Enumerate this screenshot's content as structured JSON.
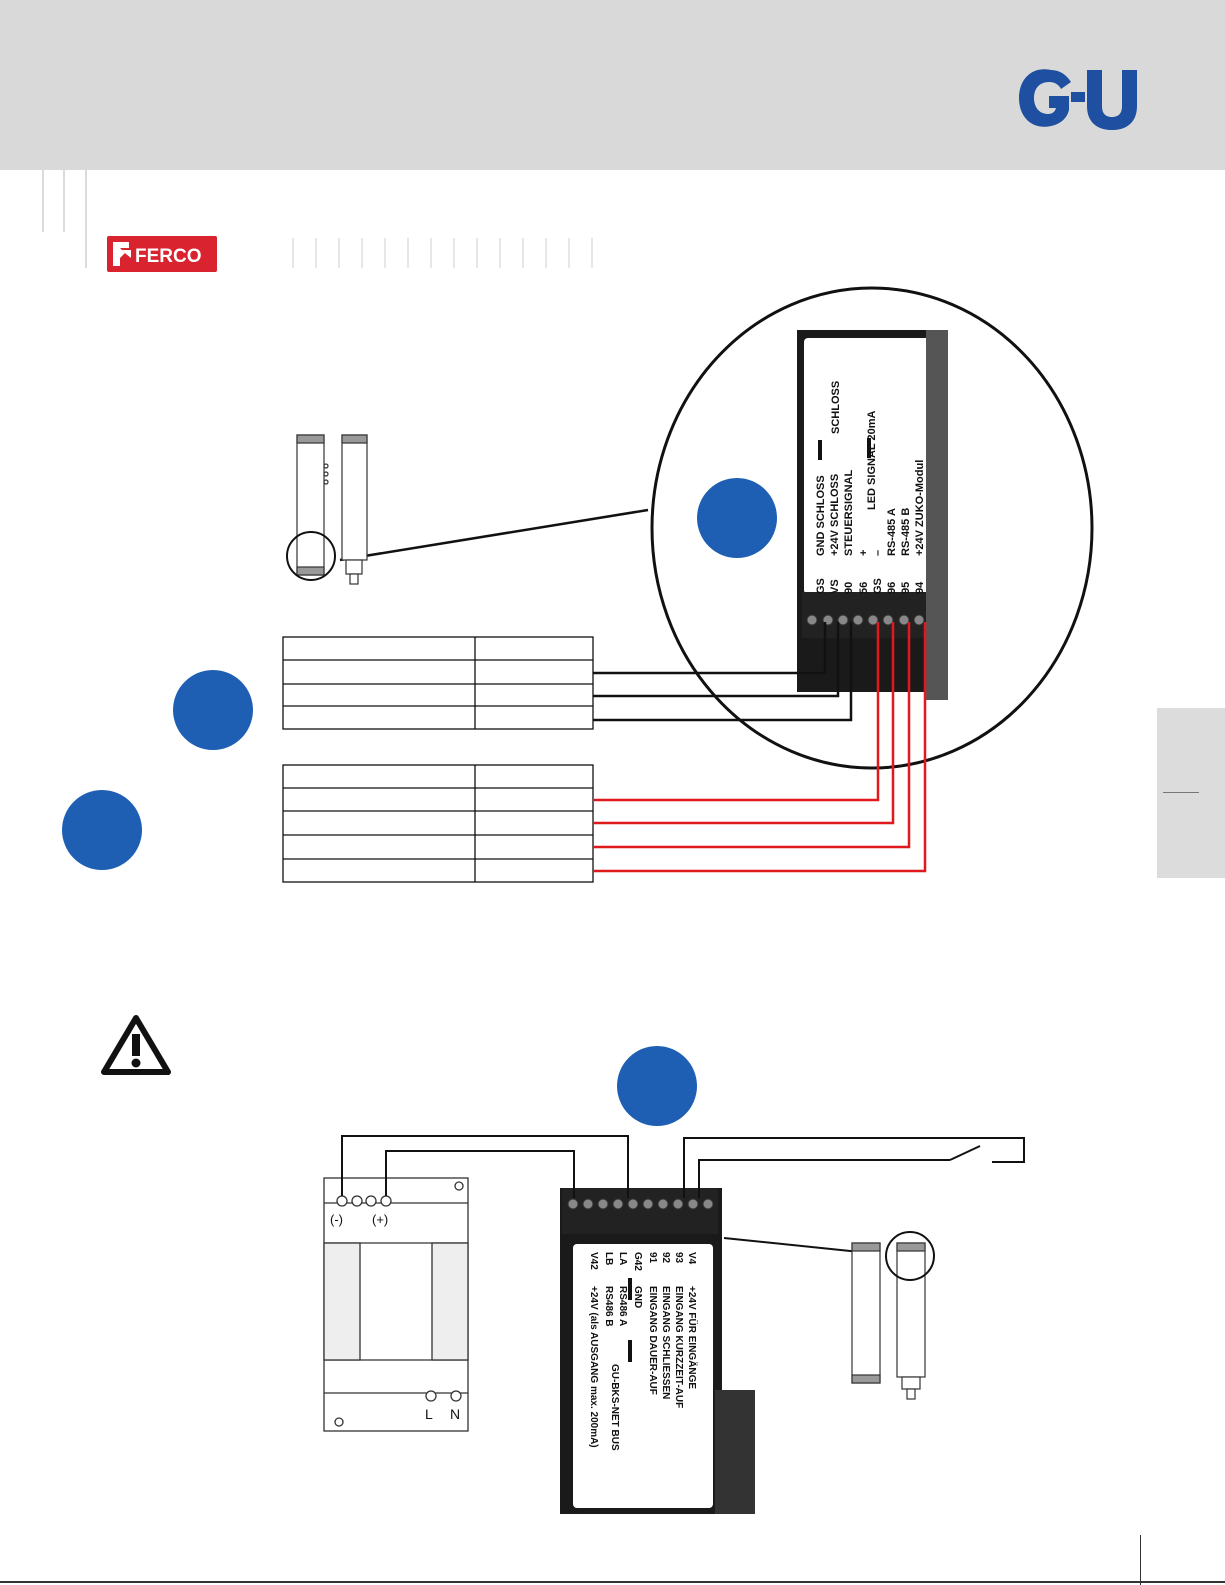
{
  "brand": {
    "logo_text": "G-U",
    "sublogo_text": "FERCO",
    "logo_color": "#1e4fa0",
    "ferco_color": "#d9232e",
    "badge_color": "#1e5fb4",
    "wire_red": "#e0191c"
  },
  "module_top": {
    "terminals": [
      {
        "code": "GS",
        "text": "GND SCHLOSS"
      },
      {
        "code": "VS",
        "text": "+24V SCHLOSS"
      },
      {
        "code": "90",
        "text": "STEUERSIGNAL"
      },
      {
        "code": "56",
        "text": "+"
      },
      {
        "code": "GS",
        "text": "–"
      },
      {
        "code": "96",
        "text": "RS-485 A"
      },
      {
        "code": "95",
        "text": "RS-485 B"
      },
      {
        "code": "94",
        "text": "+24V ZUKO-Modul"
      }
    ],
    "group_schloss": "SCHLOSS",
    "group_led": "LED SIGNAL 20mA"
  },
  "module_bottom": {
    "lines": [
      {
        "code": "V4",
        "text": "+24V FÜR EINGÄNGE"
      },
      {
        "code": "93",
        "text": "EINGANG KURZZEIT-AUF"
      },
      {
        "code": "92",
        "text": "EINGANG SCHLIESSEN"
      },
      {
        "code": "91",
        "text": "EINGANG DAUER-AUF"
      },
      {
        "code": "G42",
        "text": "GND"
      },
      {
        "code": "LA",
        "text": "RS486 A"
      },
      {
        "code": "LB",
        "text": "RS486 B"
      },
      {
        "code": "V42",
        "text": "+24V (als AUSGANG max. 200mA)"
      }
    ],
    "bus_label": "GU-BKS-NET BUS"
  },
  "power_supply": {
    "minus": "(-)",
    "plus": "(+)",
    "l": "L",
    "n": "N"
  },
  "icons": {
    "warning": "warning-triangle-icon"
  }
}
